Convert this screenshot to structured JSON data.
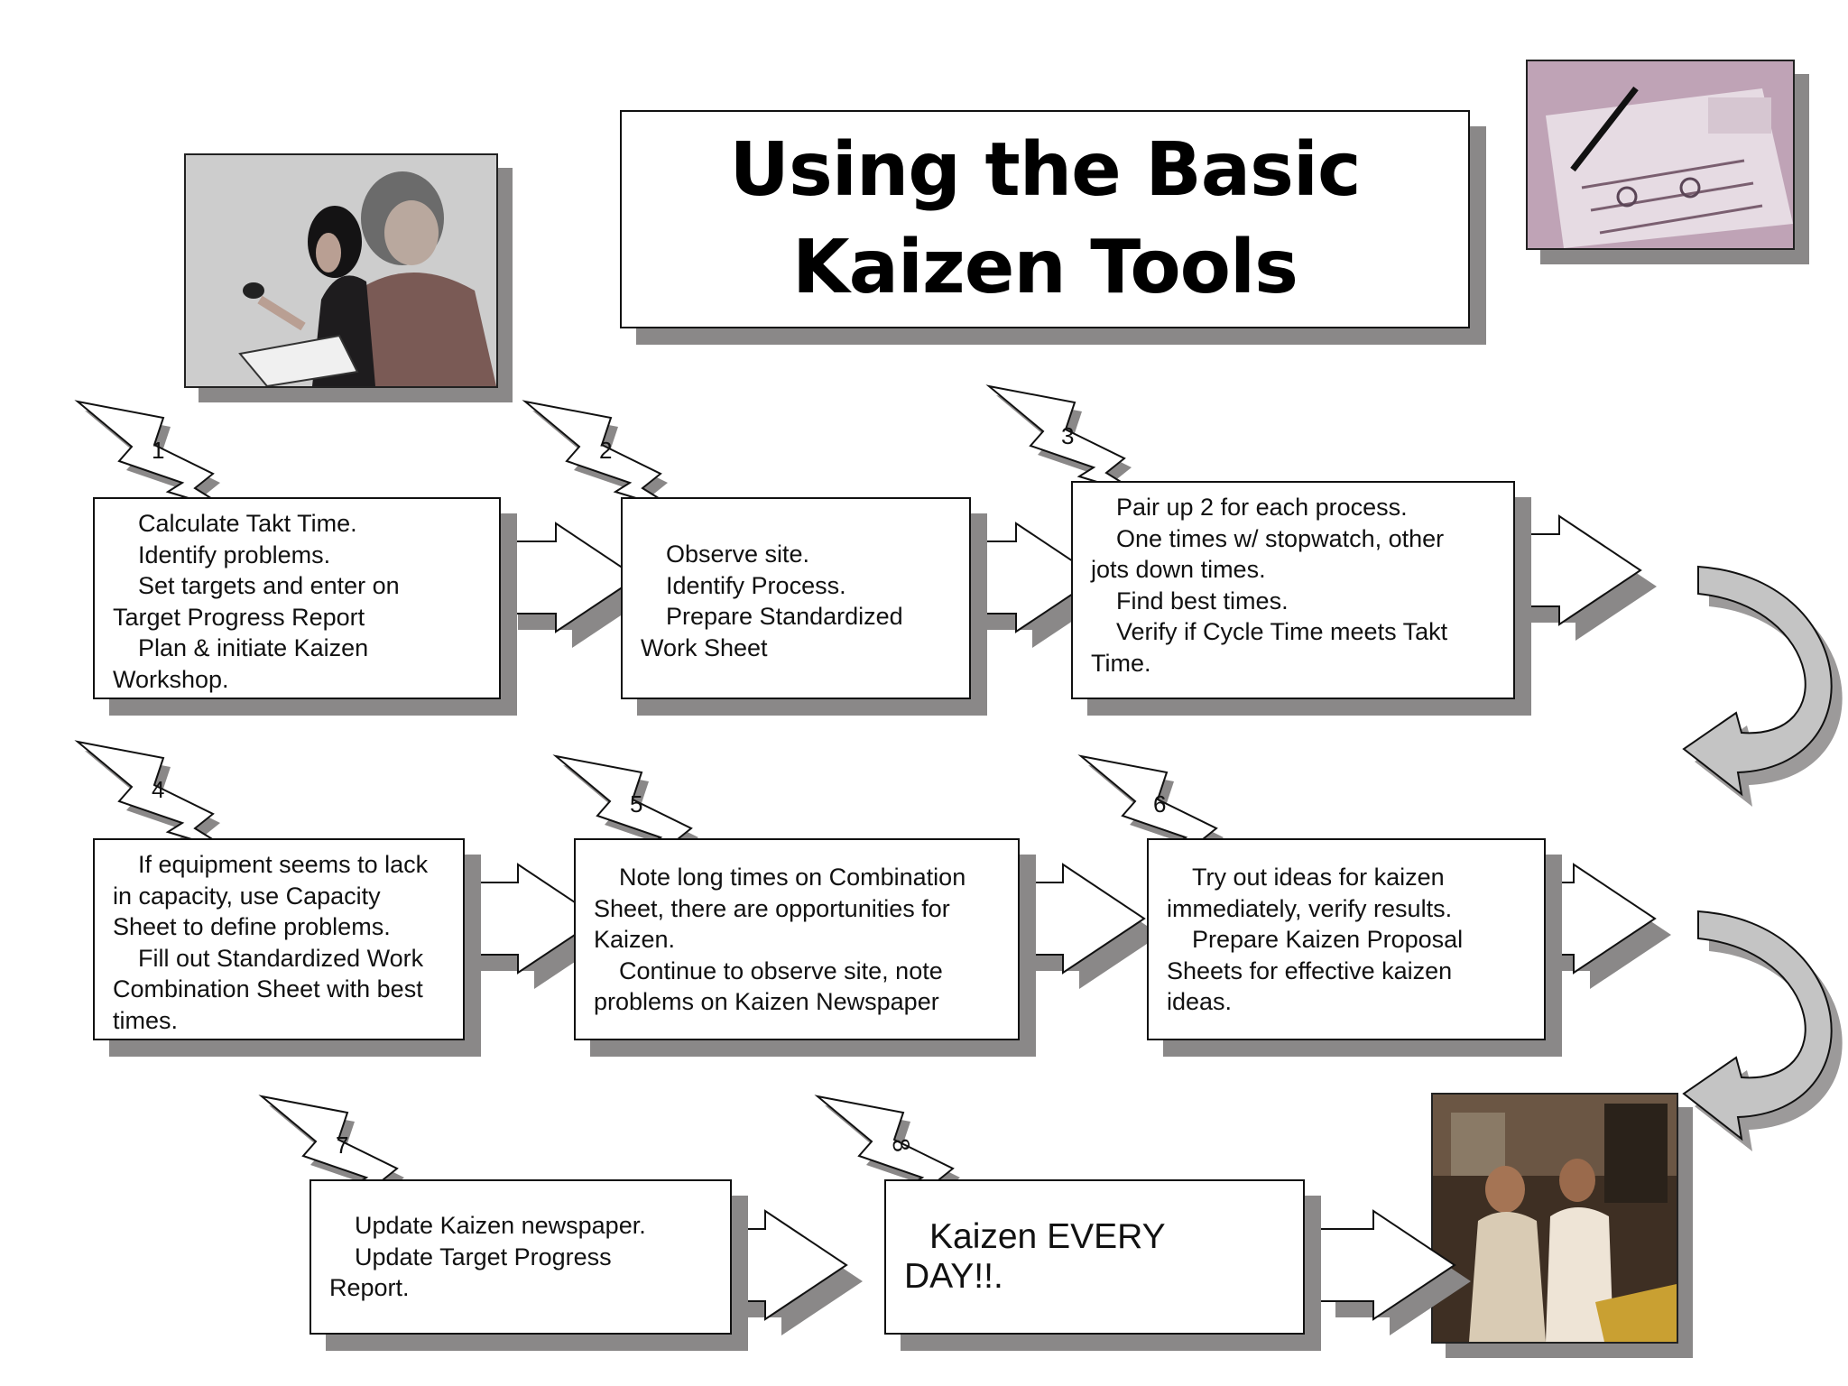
{
  "title": {
    "line1": "Using the Basic",
    "line2": "Kaizen Tools"
  },
  "steps": [
    {
      "number": "1",
      "lines": [
        "Calculate Takt Time.",
        "Identify problems.",
        "Set targets and enter on",
        "Target Progress Report",
        "Plan & initiate Kaizen",
        "Workshop."
      ]
    },
    {
      "number": "2",
      "lines": [
        "Observe site.",
        "Identify Process.",
        "Prepare Standardized",
        "Work Sheet"
      ]
    },
    {
      "number": "3",
      "lines": [
        "Pair up 2 for each process.",
        "One times w/ stopwatch, other",
        "jots down times.",
        "Find best times.",
        "Verify if Cycle Time meets Takt",
        "Time."
      ]
    },
    {
      "number": "4",
      "lines": [
        "If equipment seems to lack",
        "in capacity, use Capacity",
        "Sheet to define problems.",
        "Fill out Standardized Work",
        "Combination Sheet with best",
        "times."
      ]
    },
    {
      "number": "5",
      "lines": [
        "Note long times on Combination",
        "Sheet, there are opportunities for",
        "Kaizen.",
        "Continue to observe site, note",
        "problems on Kaizen Newspaper"
      ]
    },
    {
      "number": "6",
      "lines": [
        "Try out ideas for kaizen",
        "immediately, verify results.",
        "Prepare Kaizen Proposal",
        "Sheets for effective kaizen",
        "ideas."
      ]
    },
    {
      "number": "7",
      "lines": [
        "Update Kaizen newspaper.",
        "Update Target Progress",
        "Report."
      ]
    },
    {
      "number": "8",
      "lines": [
        "Kaizen EVERY",
        "DAY!!."
      ]
    }
  ],
  "colors": {
    "shadow": "#8a8888",
    "stroke": "#111111",
    "curved_arrow_fill": "#c4c4c4"
  },
  "images": [
    {
      "name": "photo-two-people-stopwatch",
      "tone": "grey"
    },
    {
      "name": "photo-worksheet-pen",
      "tone": "mauve"
    },
    {
      "name": "photo-workers-factory",
      "tone": "brown"
    }
  ]
}
